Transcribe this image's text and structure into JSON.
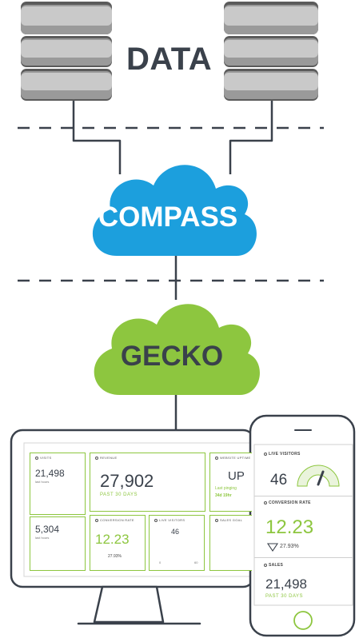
{
  "labels": {
    "data": "DATA",
    "compass": "COMPASS",
    "gecko": "GECKO"
  },
  "colors": {
    "compass_cloud": "#1c9fdd",
    "gecko_cloud": "#8dc63f",
    "dark_text": "#3a414b",
    "widget_border": "#8dc63f"
  },
  "desktop": {
    "visits": {
      "title": "VISITS",
      "value": "21,498",
      "sub": "last hours"
    },
    "sales": {
      "value": "5,304",
      "sub": "last hours"
    },
    "revenue": {
      "title": "REVENUE",
      "value": "27,902",
      "sub": "PAST 30 DAYS"
    },
    "uptime": {
      "title": "WEBSITE UPTIME",
      "value": "UP",
      "sub": "Last pinging",
      "sub2": "34d 19hr"
    },
    "conversion": {
      "title": "CONVERSION RATE",
      "value": "12.23",
      "change": "27.93%"
    },
    "live": {
      "title": "LIVE VISITORS",
      "value": "46",
      "min": "0",
      "max": "60"
    },
    "goal": {
      "title": "SALES GOAL"
    }
  },
  "phone": {
    "live": {
      "title": "LIVE VISITORS",
      "value": "46"
    },
    "conversion": {
      "title": "CONVERSION RATE",
      "value": "12.23",
      "change": "27.93%"
    },
    "sales": {
      "title": "SALES",
      "value": "21,498",
      "sub": "PAST 30 DAYS"
    }
  }
}
